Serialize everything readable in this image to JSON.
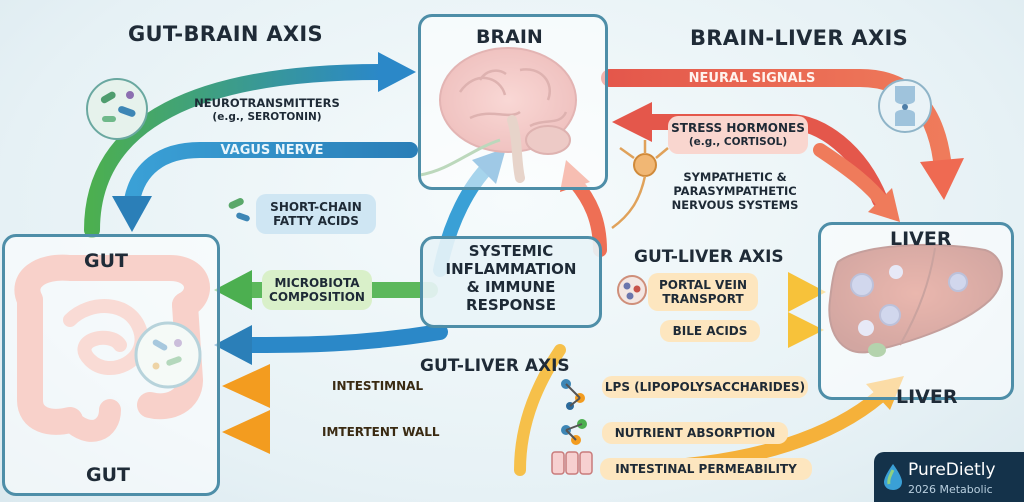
{
  "headers": {
    "gut_brain_axis": "GUT-BRAIN AXIS",
    "brain_liver_axis": "BRAIN-LIVER AXIS",
    "gut_liver_axis_right": "GUT-LIVER AXIS",
    "gut_liver_axis_center": "GUT-LIVER AXIS"
  },
  "organs": {
    "brain": "BRAIN",
    "gut_top": "GUT",
    "gut_bottom": "GUT",
    "liver_top": "LIVER",
    "liver_bottom": "LIVER"
  },
  "labels": {
    "neurotransmitters_line1": "NEUROTRANSMITTERS",
    "neurotransmitters_line2": "(e.g., SEROTONIN)",
    "vagus_nerve": "VAGUS NERVE",
    "scfa_line1": "SHORT-CHAIN",
    "scfa_line2": "FATTY ACIDS",
    "microbiota_line1": "MICROBIOTA",
    "microbiota_line2": "COMPOSITION",
    "neural_signals": "NEURAL SIGNALS",
    "stress_line1": "STRESS HORMONES",
    "stress_line2": "(e.g., CORTISOL)",
    "nervous_line1": "SYMPATHETIC &",
    "nervous_line2": "PARASYMPATHETIC",
    "nervous_line3": "NERVOUS SYSTEMS",
    "portal_line1": "PORTAL VEIN",
    "portal_line2": "TRANSPORT",
    "bile_acids": "BILE ACIDS",
    "lps": "LPS (LIPOPOLYSACCHARIDES)",
    "nutrient_absorption": "NUTRIENT ABSORPTION",
    "intestinal_permeability": "INTESTINAL PERMEABILITY",
    "intestimnal": "INTESTIMNAL",
    "imtertent_wall": "IMTERTENT WALL"
  },
  "center": {
    "line1": "SYSTEMIC",
    "line2": "INFLAMMATION",
    "line3": "& IMMUNE",
    "line4": "RESPONSE"
  },
  "brand": {
    "name": "PureDietly",
    "tagline": "2026 Metabolic"
  },
  "colors": {
    "frame": "#4e8ea8",
    "green_arrow": "#4caf50",
    "blue_arrow": "#2b7fb8",
    "red_arrow": "#e4574b",
    "orange_arrow": "#f5a623",
    "brain_pink": "#e88a86",
    "gut_pink": "#ef9a8a",
    "liver_red": "#b4473a",
    "pill_green": "#d9f0c9",
    "pill_blue": "#cfe6f3",
    "pill_red": "#f9d6cf",
    "pill_orange": "#fde6bf"
  }
}
